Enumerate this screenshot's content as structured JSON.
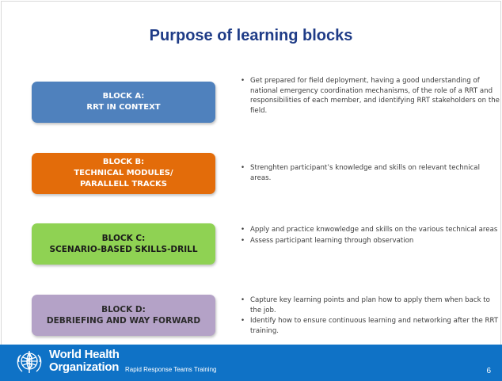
{
  "slide": {
    "title": "Purpose of learning blocks",
    "blocks": [
      {
        "lines": [
          "BLOCK A:",
          "RRT IN CONTEXT"
        ],
        "color": "#4f81bd",
        "bullets": [
          "Get prepared for field deployment, having a good understanding of national emergency coordination mechanisms, of the role of a RRT and responsibilities of each member, and identifying RRT stakeholders on the field."
        ]
      },
      {
        "lines": [
          "BLOCK B:",
          "TECHNICAL MODULES/",
          "PARALLELL TRACKS"
        ],
        "color": "#e36c0a",
        "bullets": [
          "Strenghten participant’s knowledge and skills  on relevant technical areas."
        ]
      },
      {
        "lines": [
          "BLOCK C:",
          "SCENARIO-BASED SKILLS-DRILL"
        ],
        "color": "#8fd253",
        "bullets": [
          "Apply and practice knwowledge and skills on the various technical areas",
          "Assess participant learning through observation"
        ]
      },
      {
        "lines": [
          "BLOCK D:",
          "DEBRIEFING AND WAY FORWARD"
        ],
        "color": "#b4a2c7",
        "bullets": [
          "Capture key learning points and plan how to apply them when back to the job.",
          "Identify how to ensure continuous learning and networking after the RRT training."
        ]
      }
    ],
    "bullet_symbol": "•"
  },
  "footer": {
    "org_name_line1": "World Health",
    "org_name_line2": "Organization",
    "training": "Rapid Response Teams Training",
    "page_number": "6",
    "background_color": "#0f72c6",
    "logo_icon": "who-emblem-icon"
  }
}
